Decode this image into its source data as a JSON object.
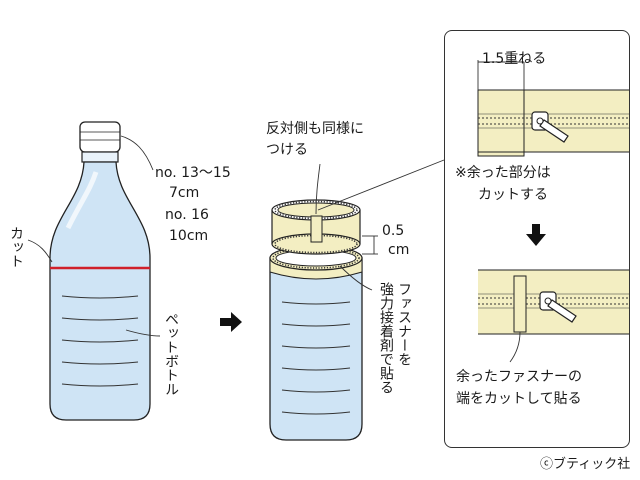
{
  "labels": {
    "cut": "カット",
    "spec_line1": "no. 13〜15",
    "spec_line2": "7cm",
    "spec_line3": "no. 16",
    "spec_line4": "10cm",
    "pet_bottle": "ペットボトル",
    "opposite_side_line1": "反対側も同様に",
    "opposite_side_line2": "つける",
    "offset_line1": "0.5",
    "offset_line2": "cm",
    "glue_line1": "ファスナーを",
    "glue_line2": "強力接着剤で貼る",
    "overlap": "1.5重ねる",
    "cut_excess_line1": "※余った部分は",
    "cut_excess_line2": "カットする",
    "end_line1": "余ったファスナーの",
    "end_line2": "端をカットして貼る",
    "copyright": "ⓒブティック社"
  },
  "colors": {
    "bottle_fill": "#cfe4f5",
    "bottle_outline": "#222222",
    "cut_line": "#d0202a",
    "zipper_tape": "#f3eec2",
    "arrow": "#111111"
  },
  "icons": [
    "right-arrow-icon",
    "down-arrow-icon",
    "zipper-slider-icon",
    "bottle-cap-icon"
  ]
}
